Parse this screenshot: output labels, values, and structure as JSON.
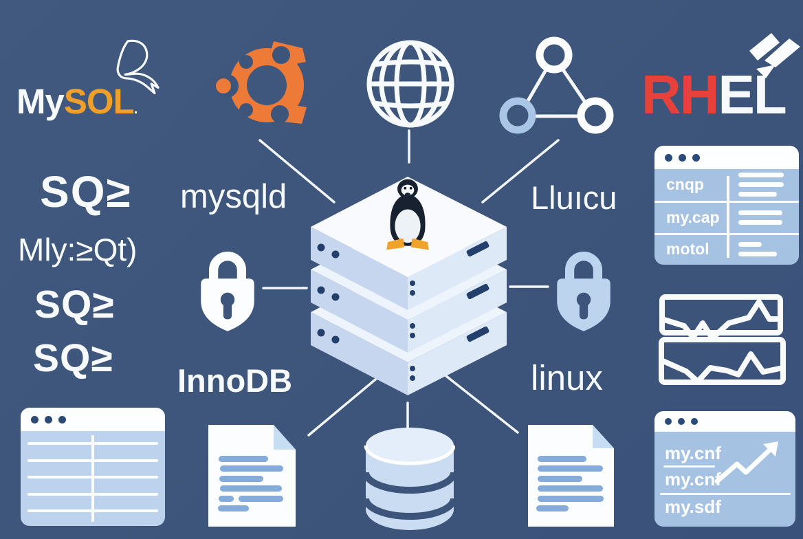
{
  "colors": {
    "bg": "#3d557a",
    "white": "#f7fafd",
    "ubuntu_orange": "#ee7a38",
    "mysql_orange": "#f0a02a",
    "rhel_red": "#e8413c",
    "panel_body": "#a6c2e2",
    "panel_body_light": "#bdd3ed",
    "doc_line": "#85abda",
    "lock_light": "#bcd4ee",
    "window_dot": "#2b4a78"
  },
  "logos": {
    "mysql": {
      "part_white": "My",
      "part_orange": "SOL",
      "mark": "."
    },
    "rhel": {
      "part_red": "RH",
      "part_white": "EL"
    }
  },
  "left_column": {
    "line1": "SQ≥",
    "line2": "Mly:≥Qt)",
    "line3": "SQ≥",
    "line4": "SQ≥"
  },
  "labels": {
    "daemon": "mysqld",
    "distro_garbled": "Lluıcu",
    "engine": "InnoDB",
    "os": "linux"
  },
  "panels": {
    "config_table": {
      "rows": [
        {
          "label": "cnqp"
        },
        {
          "label": "my.cap"
        },
        {
          "label": "motol"
        }
      ]
    },
    "files": {
      "rows": [
        {
          "label": "my.cnf"
        },
        {
          "label": "my.cnf"
        },
        {
          "label": "my.sdf"
        }
      ]
    }
  }
}
